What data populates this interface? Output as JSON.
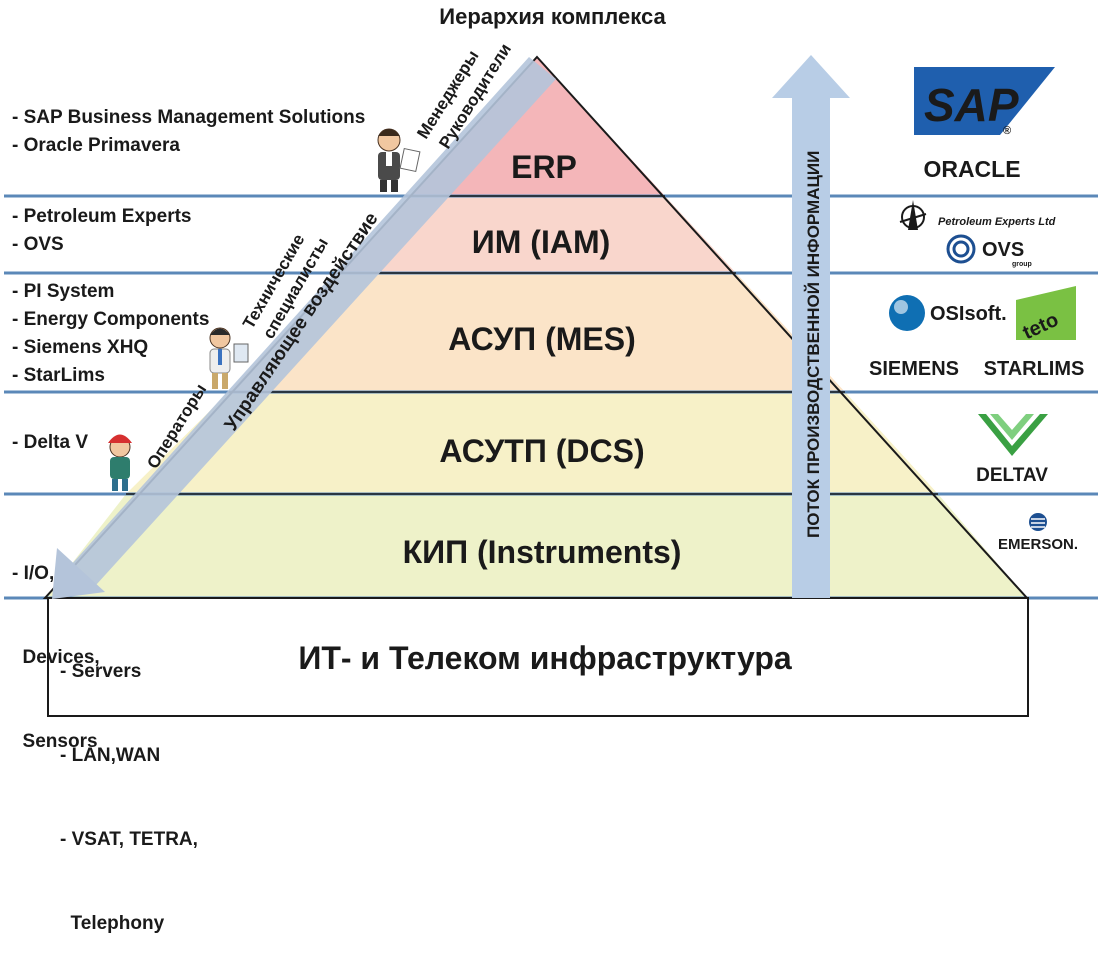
{
  "title": "Иерархия комплекса",
  "levels": [
    {
      "label": "ERP",
      "color": "#f4b6b9"
    },
    {
      "label": "ИМ (IAM)",
      "color": "#f9d6cc"
    },
    {
      "label": "АСУП (MES)",
      "color": "#fbe4c8"
    },
    {
      "label": "АСУТП (DCS)",
      "color": "#f7f1c8"
    },
    {
      "label": "КИП (Instruments)",
      "color": "#eef2c9"
    }
  ],
  "base": {
    "label": "ИТ- и Телеком инфраструктура",
    "items": [
      "- Servers",
      "- LAN,WAN",
      "- VSAT, TETRA,",
      "  Telephony"
    ]
  },
  "left_lists": [
    [
      "- SAP Business Management Solutions",
      "- Oracle Primavera"
    ],
    [
      "- Petroleum Experts",
      "- OVS"
    ],
    [
      "- PI System",
      "- Energy Components",
      "- Siemens XHQ",
      "- StarLims"
    ],
    [
      "- Delta V"
    ],
    [
      "- I/O,",
      "  Devices,",
      "  Sensors"
    ]
  ],
  "roles": {
    "managers": [
      "Менеджеры",
      "Руководители"
    ],
    "specialists": [
      "Технические",
      "специалисты"
    ],
    "operators": "Операторы"
  },
  "control_arrow_label": "Управляющее воздействие",
  "info_arrow_label": "ПОТОК ПРОИЗВОДСТВЕННОЙ ИНФОРМАЦИИ",
  "logos": {
    "sap": "SAP",
    "sap_reg": "®",
    "oracle": "ORACLE",
    "petex": "Petroleum Experts Ltd",
    "ovs": "OVS",
    "ovs_sub": "group",
    "osisoft": "OSIsoft.",
    "teto": "teto",
    "siemens": "SIEMENS",
    "starlims": "STARLIMS",
    "deltav": "DELTAV",
    "deltav_tm": ".",
    "emerson": "EMERSON."
  },
  "colors": {
    "band_line": "#5b88b8",
    "outline": "#1a1a1a",
    "info_arrow": "#b8cde6",
    "control_arrow": "#b4c4da",
    "sap_blue": "#1f5fae",
    "oracle_red": "#e2231a",
    "siemens_teal": "#009999",
    "deltav_green": "#3aa043",
    "emerson_blue": "#1d4f91",
    "osi_blue": "#0f6fb3",
    "teto_green": "#7ac143"
  }
}
